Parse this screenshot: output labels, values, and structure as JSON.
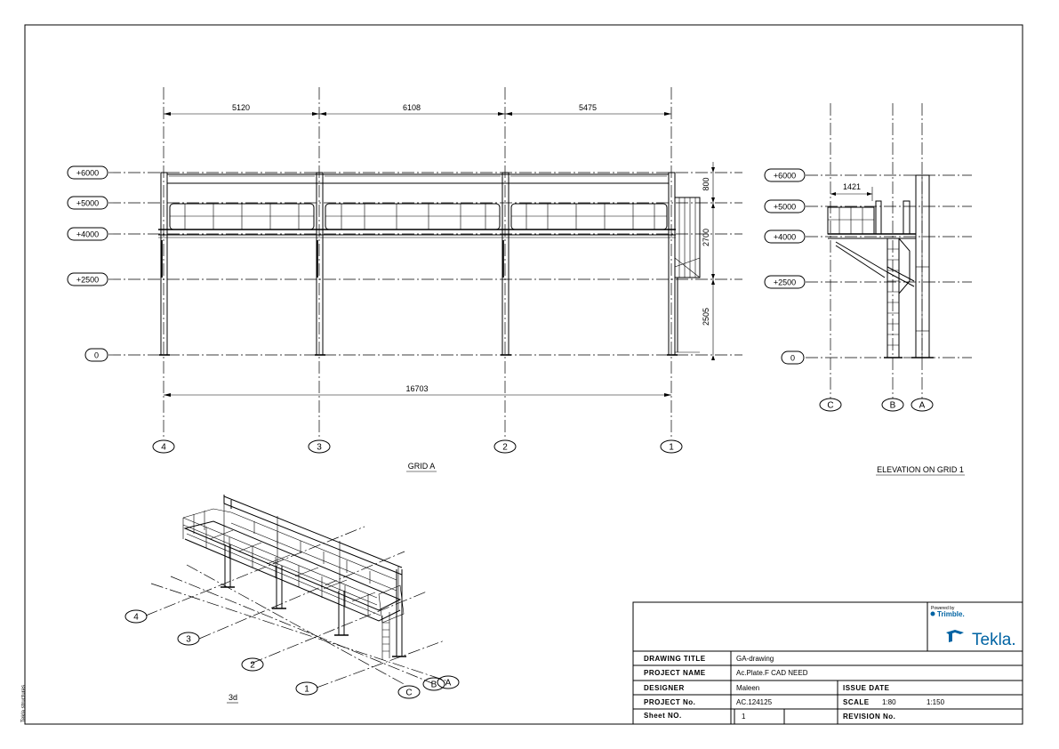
{
  "levels": [
    "+6000",
    "+5000",
    "+4000",
    "+2500",
    "0"
  ],
  "grid_a": {
    "title": "GRID A",
    "grids": [
      "4",
      "3",
      "2",
      "1"
    ],
    "dims_top": [
      "5120",
      "6108",
      "5475"
    ],
    "dim_total": "16703",
    "dims_side": [
      "800",
      "2700",
      "2505"
    ]
  },
  "elevation": {
    "title": "ELEVATION ON GRID 1",
    "grids": [
      "C",
      "B",
      "A"
    ],
    "dim_width": "1421"
  },
  "view3d": {
    "title": "3d",
    "grids": [
      "4",
      "3",
      "2",
      "1",
      "C",
      "B",
      "A"
    ]
  },
  "title_block": {
    "logo_powered": "Powered by",
    "logo_trimble": "Trimble.",
    "logo_tekla": "Tekla.",
    "drawing_title_label": "DRAWING TITLE",
    "drawing_title_value": "GA-drawing",
    "project_name_label": "PROJECT NAME",
    "project_name_value": "Ac.Plate.F CAD NEED",
    "designer_label": "DESIGNER",
    "designer_value": "Maleen",
    "issue_date_label": "ISSUE DATE",
    "project_no_label": "PROJECT No.",
    "project_no_value": "AC.124125",
    "scale_label": "SCALE",
    "scale_value_1": "1:80",
    "scale_value_2": "1:150",
    "sheet_no_label": "Sheet NO.",
    "sheet_no_value": "1",
    "revision_no_label": "REVISION No."
  },
  "side_text": "Tekla structures"
}
